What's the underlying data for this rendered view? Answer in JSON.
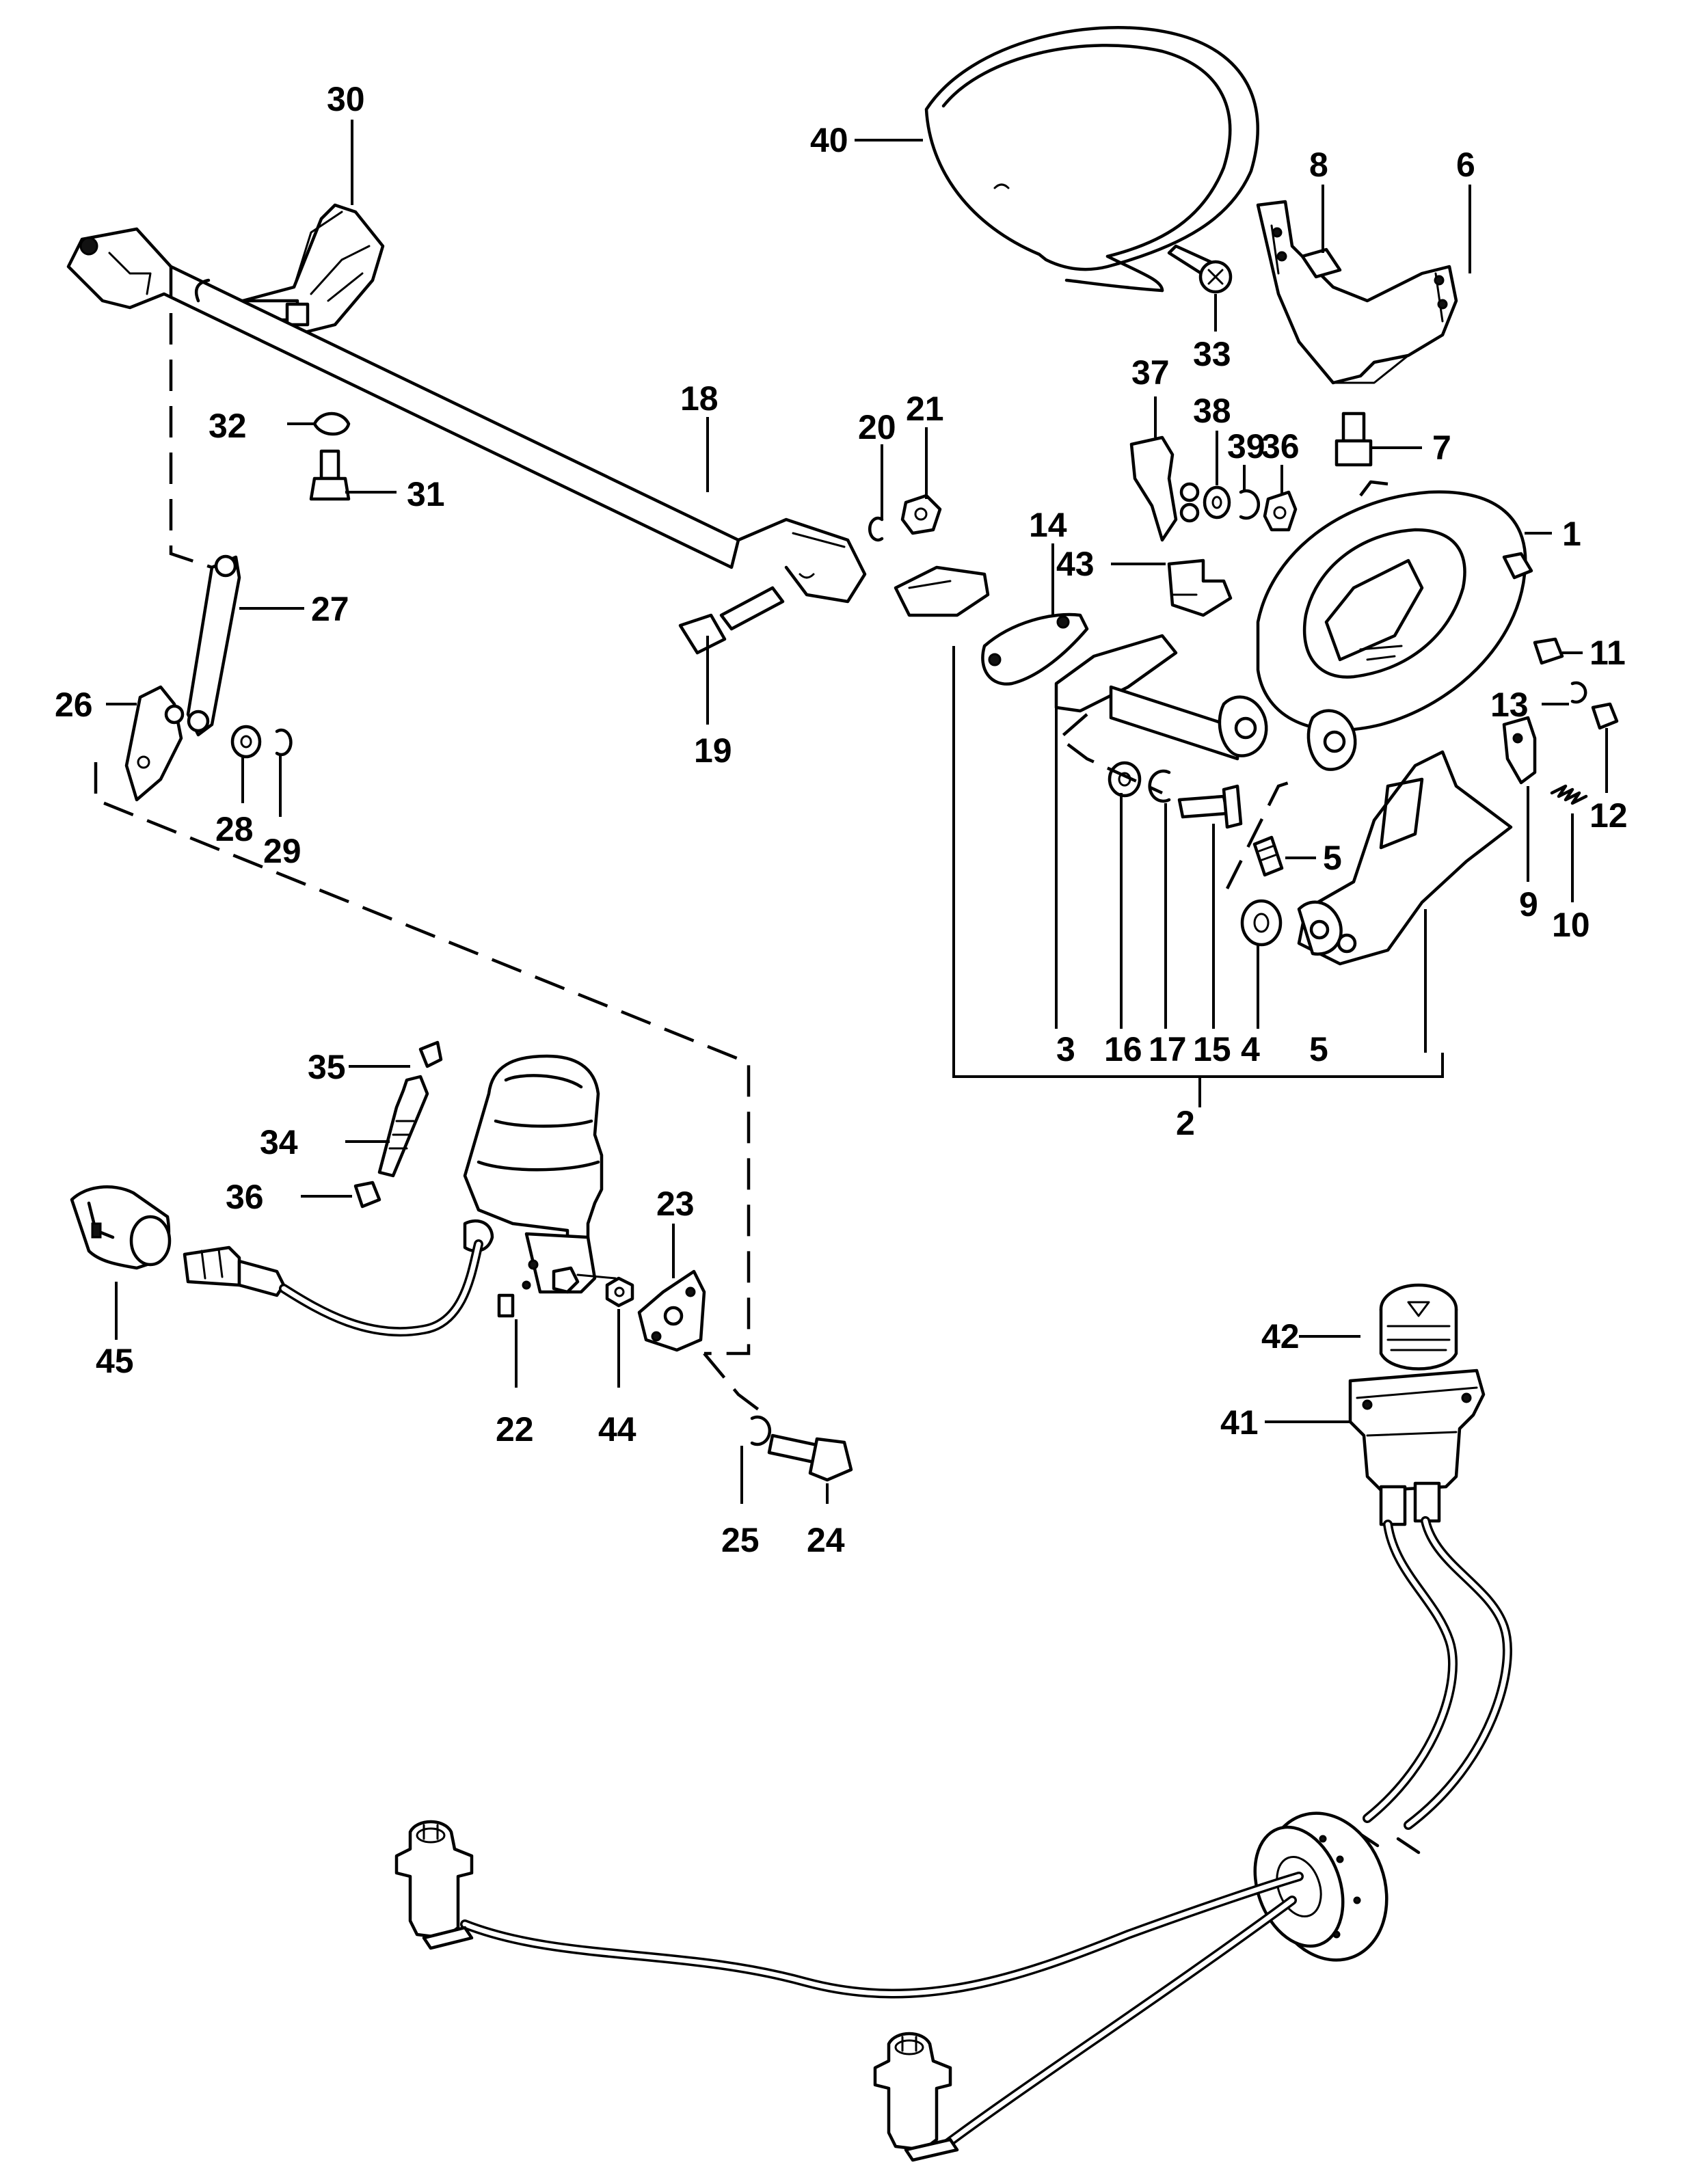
{
  "figure": {
    "callouts": [
      {
        "id": "c1",
        "label": "1"
      },
      {
        "id": "c2",
        "label": "2"
      },
      {
        "id": "c3",
        "label": "3"
      },
      {
        "id": "c4",
        "label": "4"
      },
      {
        "id": "c5a",
        "label": "5"
      },
      {
        "id": "c5b",
        "label": "5"
      },
      {
        "id": "c6",
        "label": "6"
      },
      {
        "id": "c7",
        "label": "7"
      },
      {
        "id": "c8",
        "label": "8"
      },
      {
        "id": "c9",
        "label": "9"
      },
      {
        "id": "c10",
        "label": "10"
      },
      {
        "id": "c11",
        "label": "11"
      },
      {
        "id": "c12",
        "label": "12"
      },
      {
        "id": "c13",
        "label": "13"
      },
      {
        "id": "c14",
        "label": "14"
      },
      {
        "id": "c15",
        "label": "15"
      },
      {
        "id": "c16",
        "label": "16"
      },
      {
        "id": "c17",
        "label": "17"
      },
      {
        "id": "c18",
        "label": "18"
      },
      {
        "id": "c19",
        "label": "19"
      },
      {
        "id": "c20",
        "label": "20"
      },
      {
        "id": "c21",
        "label": "21"
      },
      {
        "id": "c22",
        "label": "22"
      },
      {
        "id": "c23",
        "label": "23"
      },
      {
        "id": "c24",
        "label": "24"
      },
      {
        "id": "c25",
        "label": "25"
      },
      {
        "id": "c26",
        "label": "26"
      },
      {
        "id": "c27",
        "label": "27"
      },
      {
        "id": "c28",
        "label": "28"
      },
      {
        "id": "c29",
        "label": "29"
      },
      {
        "id": "c30",
        "label": "30"
      },
      {
        "id": "c31",
        "label": "31"
      },
      {
        "id": "c32",
        "label": "32"
      },
      {
        "id": "c33",
        "label": "33"
      },
      {
        "id": "c34",
        "label": "34"
      },
      {
        "id": "c35",
        "label": "35"
      },
      {
        "id": "c36a",
        "label": "36"
      },
      {
        "id": "c36b",
        "label": "36"
      },
      {
        "id": "c37",
        "label": "37"
      },
      {
        "id": "c38",
        "label": "38"
      },
      {
        "id": "c39",
        "label": "39"
      },
      {
        "id": "c40",
        "label": "40"
      },
      {
        "id": "c41",
        "label": "41"
      },
      {
        "id": "c42",
        "label": "42"
      },
      {
        "id": "c43",
        "label": "43"
      },
      {
        "id": "c44",
        "label": "44"
      },
      {
        "id": "c45",
        "label": "45"
      }
    ]
  }
}
